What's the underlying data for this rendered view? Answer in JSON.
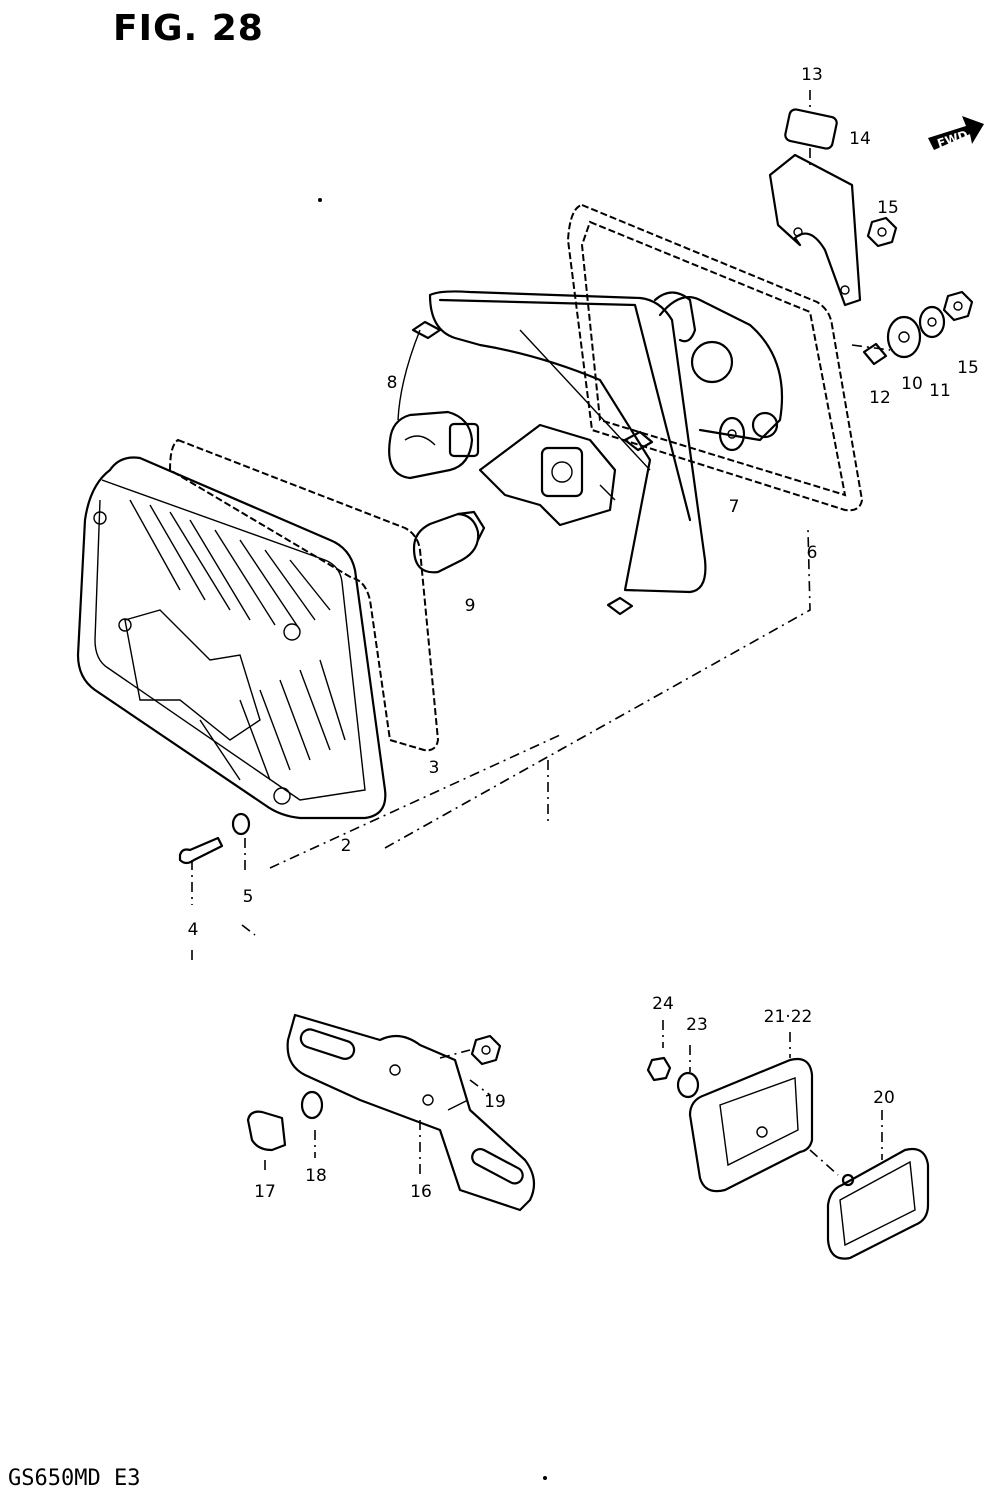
{
  "figure": {
    "title": "FIG. 28",
    "model_code": "GS650MD  E3",
    "direction_marker": "FWD"
  },
  "callouts": [
    "13",
    "14",
    "15",
    "15",
    "12",
    "10",
    "11",
    "8",
    "7",
    "6",
    "9",
    "3",
    "2",
    "5",
    "4",
    "24",
    "23",
    "21·22",
    "20",
    "19",
    "17",
    "18",
    "16"
  ]
}
